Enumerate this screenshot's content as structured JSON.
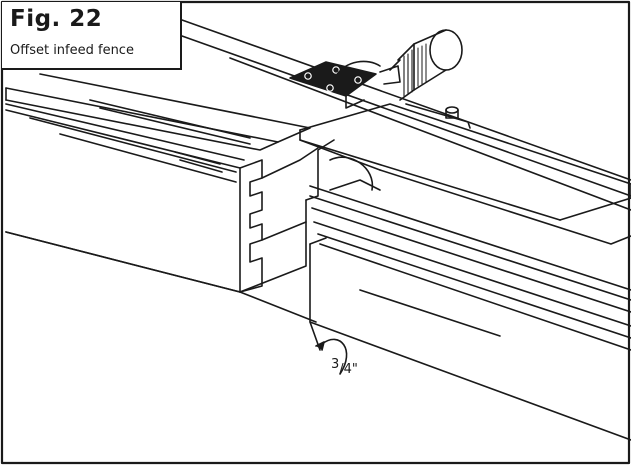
{
  "figure": {
    "title": "Fig. 22",
    "caption": "Offset infeed fence"
  },
  "dimension": {
    "numerator": "3",
    "denominator": "/4\""
  }
}
